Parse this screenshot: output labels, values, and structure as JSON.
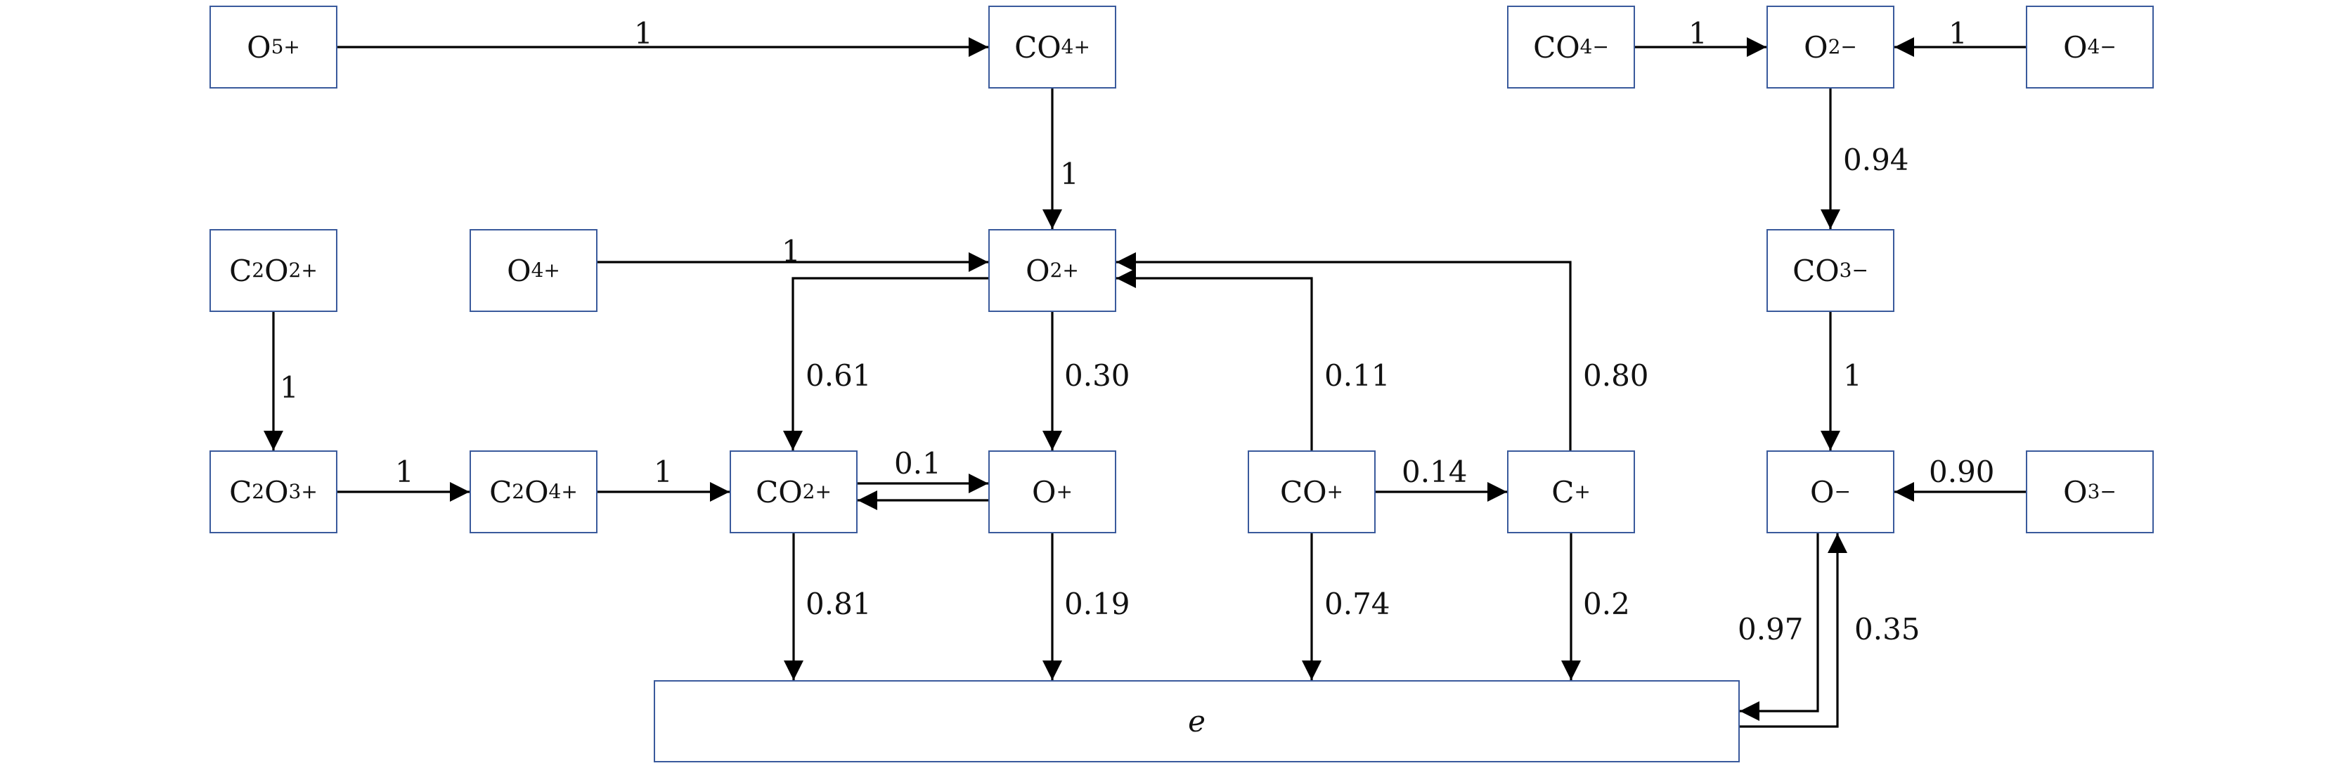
{
  "nodes": {
    "O5p": {
      "base": "O",
      "sub": "5",
      "sup": "+"
    },
    "CO4p": {
      "base": "CO",
      "sub": "4",
      "sup": "+"
    },
    "CO4m": {
      "base": "CO",
      "sub": "4",
      "sup": "−"
    },
    "O2m": {
      "base": "O",
      "sub": "2",
      "sup": "−"
    },
    "O4m": {
      "base": "O",
      "sub": "4",
      "sup": "−"
    },
    "C2O2p": {
      "base": "C",
      "sub": "2",
      "mid": "O",
      "sub2": "2",
      "sup": "+"
    },
    "O4p": {
      "base": "O",
      "sub": "4",
      "sup": "+"
    },
    "O2p": {
      "base": "O",
      "sub": "2",
      "sup": "+"
    },
    "CO3m": {
      "base": "CO",
      "sub": "3",
      "sup": "−"
    },
    "C2O3p": {
      "base": "C",
      "sub": "2",
      "mid": "O",
      "sub2": "3",
      "sup": "+"
    },
    "C2O4p": {
      "base": "C",
      "sub": "2",
      "mid": "O",
      "sub2": "4",
      "sup": "+"
    },
    "CO2p": {
      "base": "CO",
      "sub": "2",
      "sup": "+"
    },
    "Op": {
      "base": "O",
      "sub": "",
      "sup": "+"
    },
    "COp": {
      "base": "CO",
      "sub": "",
      "sup": "+"
    },
    "Cp": {
      "base": "C",
      "sub": "",
      "sup": "+"
    },
    "Om": {
      "base": "O",
      "sub": "",
      "sup": "−"
    },
    "O3m": {
      "base": "O",
      "sub": "3",
      "sup": "−"
    },
    "e": {
      "base": "e",
      "sub": "",
      "sup": "",
      "italic": true
    }
  },
  "edges": [
    {
      "from": "O5p",
      "to": "CO4p",
      "label": "1"
    },
    {
      "from": "CO4m",
      "to": "O2m",
      "label": "1"
    },
    {
      "from": "O4m",
      "to": "O2m",
      "label": "1"
    },
    {
      "from": "CO4p",
      "to": "O2p",
      "label": "1"
    },
    {
      "from": "O2m",
      "to": "CO3m",
      "label": "0.94"
    },
    {
      "from": "O4p",
      "to": "O2p",
      "label": "1"
    },
    {
      "from": "O2p",
      "to": "CO2p",
      "label": "0.61"
    },
    {
      "from": "O2p",
      "to": "Op",
      "label": "0.30"
    },
    {
      "from": "COp",
      "to": "O2p",
      "label": "0.11"
    },
    {
      "from": "Cp",
      "to": "O2p",
      "label": "0.80"
    },
    {
      "from": "C2O2p",
      "to": "C2O3p",
      "label": "1"
    },
    {
      "from": "CO3m",
      "to": "Om",
      "label": "1"
    },
    {
      "from": "C2O3p",
      "to": "C2O4p",
      "label": "1"
    },
    {
      "from": "C2O4p",
      "to": "CO2p",
      "label": "1"
    },
    {
      "from": "CO2p",
      "to": "Op",
      "label": "0.1"
    },
    {
      "from": "Op",
      "to": "CO2p",
      "label": ""
    },
    {
      "from": "COp",
      "to": "Cp",
      "label": "0.14"
    },
    {
      "from": "O3m",
      "to": "Om",
      "label": "0.90"
    },
    {
      "from": "CO2p",
      "to": "e",
      "label": "0.81"
    },
    {
      "from": "Op",
      "to": "e",
      "label": "0.19"
    },
    {
      "from": "COp",
      "to": "e",
      "label": "0.74"
    },
    {
      "from": "Cp",
      "to": "e",
      "label": "0.2"
    },
    {
      "from": "Om",
      "to": "e",
      "label": "0.97"
    },
    {
      "from": "e",
      "to": "Om",
      "label": "0.35"
    }
  ]
}
